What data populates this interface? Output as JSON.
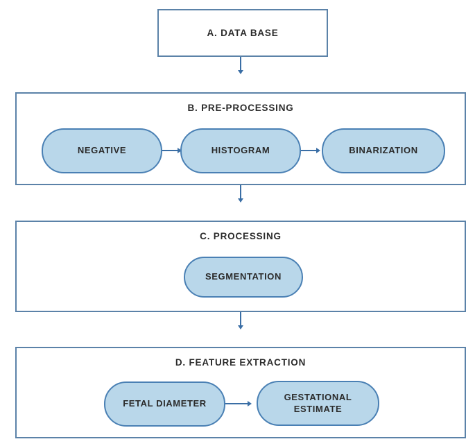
{
  "flow": {
    "database": {
      "label": "A. DATA BASE"
    },
    "preprocessing": {
      "title": "B. PRE-PROCESSING",
      "steps": [
        "NEGATIVE",
        "HISTOGRAM",
        "BINARIZATION"
      ]
    },
    "processing": {
      "title": "C. PROCESSING",
      "steps": [
        "SEGMENTATION"
      ]
    },
    "feature_extraction": {
      "title": "D. FEATURE EXTRACTION",
      "steps": [
        "FETAL DIAMETER",
        "GESTATIONAL ESTIMATE"
      ]
    },
    "colors": {
      "pill_fill": "#b9d7ea",
      "pill_border": "#4a80b4",
      "box_border": "#5b82a8",
      "arrow": "#3a6ea5",
      "text": "#2b2b2b",
      "background": "#ffffff"
    }
  }
}
